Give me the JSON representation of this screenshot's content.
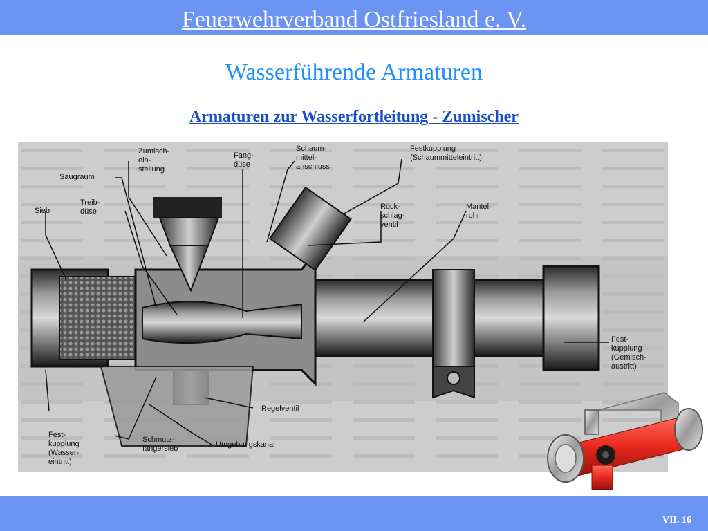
{
  "header": {
    "title": "Feuerwehrverband Ostfriesland e. V."
  },
  "slide": {
    "title": "Wasserführende Armaturen",
    "subtitle": "Armaturen zur Wasserfortleitung - Zumischer"
  },
  "diagram": {
    "labels": {
      "zumischeinstellung": "Zumisch-\nein-\nstellung",
      "fangduese": "Fang-\ndüse",
      "schaummittelanschluss": "Schaum-\nmittel-\nanschluss",
      "festkupplung_schaum": "Festkupplung\n(Schaummitteleintritt)",
      "saugraum": "Saugraum",
      "sieb": "Sieb",
      "treibduese": "Treib-\ndüse",
      "rueckschlagventil": "Rück-\nschlag-\nventil",
      "mantelrohr": "Mantel-\nrohr",
      "festkupplung_gemisch": "Fest-\nkupplung\n(Gemisch-\naustritt)",
      "regelventil": "Regelventil",
      "festkupplung_wasser": "Fest-\nkupplung\n(Wasser-\neintritt)",
      "schmutzfaengersieb": "Schmutz-\nfängersieb",
      "umgehungskanal": "Umgehungskanal"
    }
  },
  "footer": {
    "page": "VII. 16"
  },
  "colors": {
    "bar": "#6b94f2",
    "title": "#1e90ff",
    "subtitle": "#1a4fc4",
    "photo_body": "#e8281e"
  }
}
